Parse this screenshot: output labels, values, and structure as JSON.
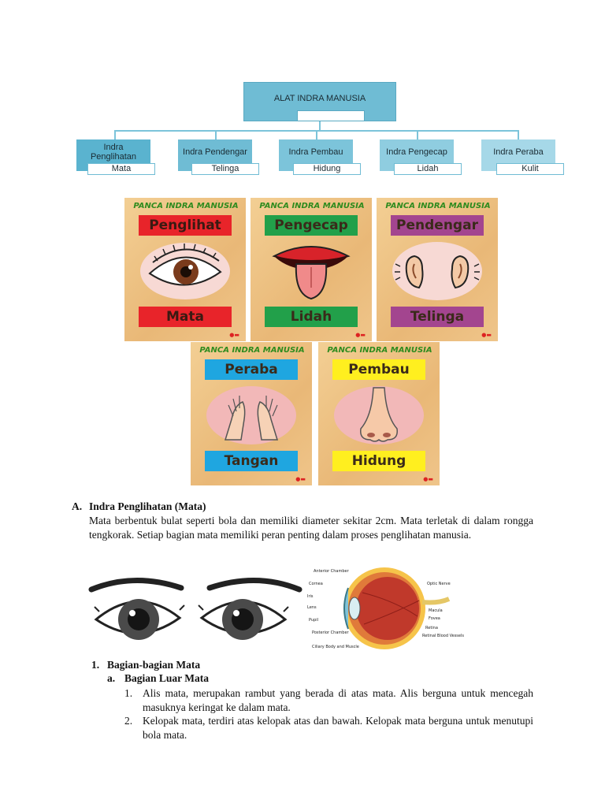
{
  "diagram": {
    "root": "ALAT INDRA MANUSIA",
    "children": [
      {
        "title": "Indra Penglihatan",
        "organ": "Mata",
        "color": "#5ab3cf"
      },
      {
        "title": "Indra Pendengar",
        "organ": "Telinga",
        "color": "#6fbcd4"
      },
      {
        "title": "Indra Pembau",
        "organ": "Hidung",
        "color": "#7cc4da"
      },
      {
        "title": "Indra Pengecap",
        "organ": "Lidah",
        "color": "#8fcde0"
      },
      {
        "title": "Indra Peraba",
        "organ": "Kulit",
        "color": "#a6d8e8"
      }
    ]
  },
  "cards": [
    {
      "header": "PANCA INDRA MANUSIA",
      "sense": "Penglihat",
      "organ": "Mata",
      "top_color": "#e8242a",
      "bot_color": "#e8242a",
      "icon": "eye-icon"
    },
    {
      "header": "PANCA INDRA MANUSIA",
      "sense": "Pengecap",
      "organ": "Lidah",
      "top_color": "#22a04a",
      "bot_color": "#22a04a",
      "icon": "tongue-icon"
    },
    {
      "header": "PANCA INDRA MANUSIA",
      "sense": "Pendengar",
      "organ": "Telinga",
      "top_color": "#a3458f",
      "bot_color": "#a3458f",
      "icon": "ears-icon"
    },
    {
      "header": "PANCA INDRA MANUSIA",
      "sense": "Peraba",
      "organ": "Tangan",
      "top_color": "#1fa6e0",
      "bot_color": "#1fa6e0",
      "icon": "hands-icon"
    },
    {
      "header": "PANCA INDRA MANUSIA",
      "sense": "Pembau",
      "organ": "Hidung",
      "top_color": "#ffef1f",
      "bot_color": "#ffef1f",
      "icon": "nose-icon"
    }
  ],
  "section": {
    "marker": "A.",
    "title": "Indra Penglihatan (Mata)",
    "paragraph": "Mata berbentuk bulat seperti bola dan memiliki diameter sekitar 2cm. Mata terletak di dalam rongga tengkorak. Setiap bagian mata memiliki peran penting dalam proses penglihatan manusia."
  },
  "eye_diagram_labels": {
    "left": [
      "Anterior Chamber",
      "Cornea",
      "Iris",
      "Lens",
      "Pupil",
      "Posterior Chamber",
      "Ciliary Body and Muscle"
    ],
    "right": [
      "Optic Nerve",
      "Macula",
      "Fovea",
      "Retina",
      "Retinal Blood Vessels"
    ]
  },
  "subsection": {
    "marker": "1.",
    "title": "Bagian-bagian Mata",
    "sub_marker": "a.",
    "sub_title": "Bagian Luar Mata",
    "items": [
      {
        "num": "1.",
        "text": "Alis mata, merupakan rambut yang berada di atas mata. Alis berguna untuk mencegah masuknya keringat ke dalam mata."
      },
      {
        "num": "2.",
        "text": "Kelopak mata, terdiri atas kelopak atas dan bawah. Kelopak mata berguna untuk menutupi bola mata."
      }
    ]
  }
}
